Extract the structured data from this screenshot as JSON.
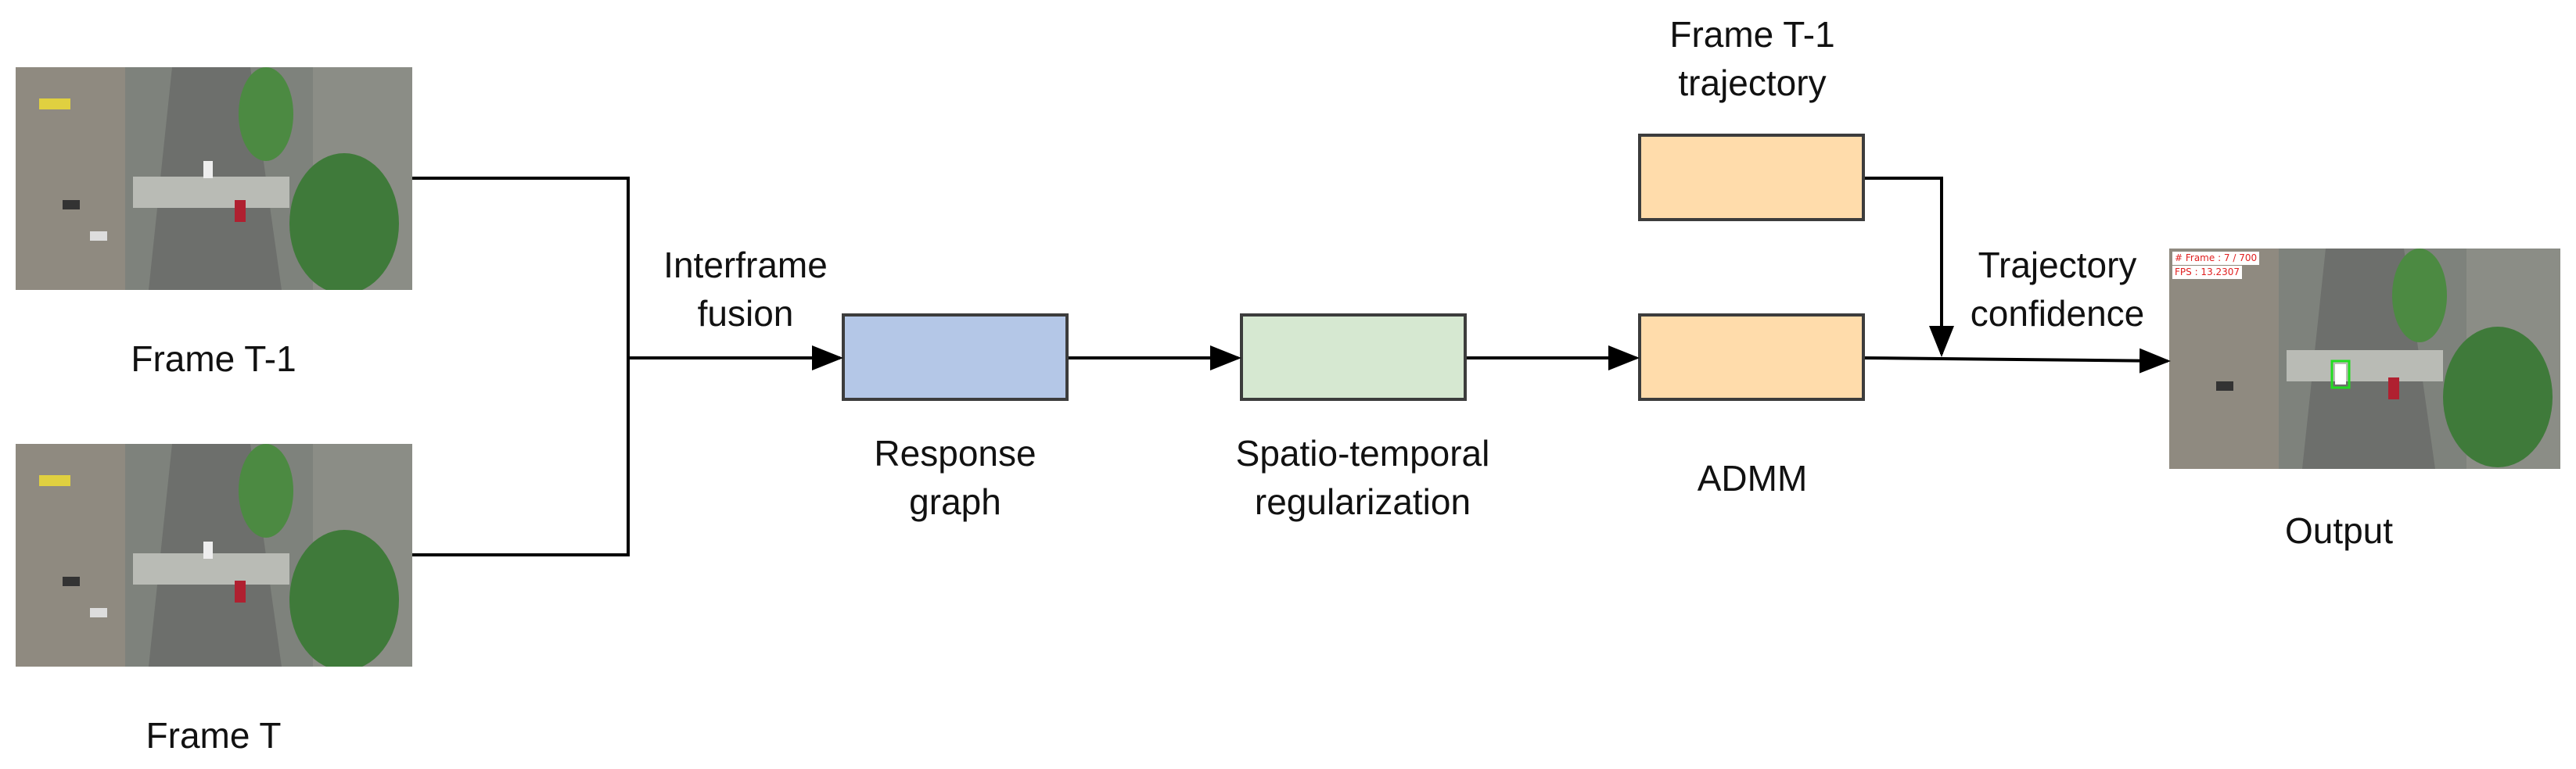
{
  "labels": {
    "frame_prev": "Frame T-1",
    "frame_curr": "Frame T",
    "fusion_line1": "Interframe",
    "fusion_line2": "fusion",
    "response_line1": "Response",
    "response_line2": "graph",
    "spatio_line1": "Spatio-temporal",
    "spatio_line2": "regularization",
    "admm": "ADMM",
    "traj_line1": "Frame T-1",
    "traj_line2": "trajectory",
    "confidence_line1": "Trajectory",
    "confidence_line2": "confidence",
    "output": "Output"
  },
  "output_overlay": {
    "frame_text": "# Frame : 7 / 700",
    "fps_text": "FPS : 13.2307"
  },
  "colors": {
    "response_box": "#b4c7e7",
    "spatio_box": "#d6e8d1",
    "admm_box": "#ffdcab",
    "trajectory_box": "#ffdcab",
    "line": "#000000",
    "tracking_box": "#22dd22"
  }
}
